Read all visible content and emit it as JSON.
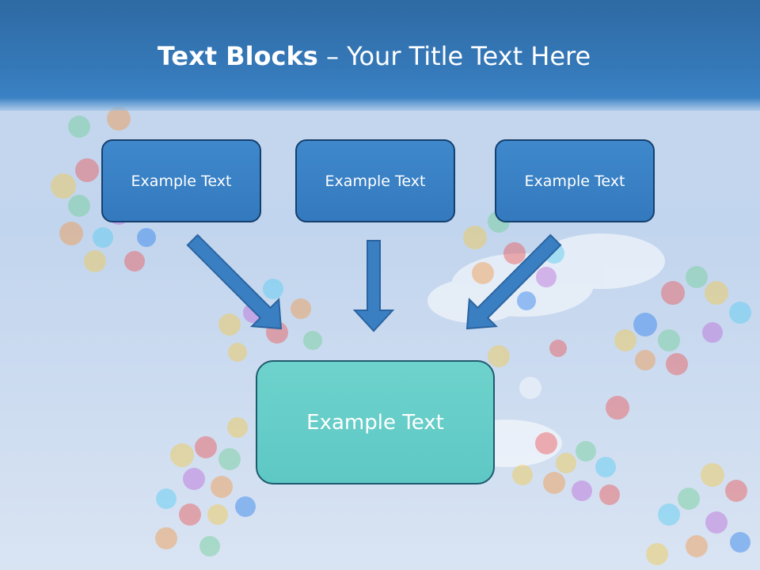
{
  "slide": {
    "title_bold": "Text Blocks",
    "title_rest": " – Your Title Text Here",
    "top_boxes": [
      {
        "label": "Example Text"
      },
      {
        "label": "Example Text"
      },
      {
        "label": "Example Text"
      }
    ],
    "bottom_box": {
      "label": "Example Text"
    }
  },
  "colors": {
    "header": "#3578b8",
    "top_box_fill": "#3a80c4",
    "bottom_box_fill": "#64ccc8",
    "arrow_fill": "#3a7fc2"
  },
  "icons": [
    "balloons-background",
    "arrow-down-right",
    "arrow-down",
    "arrow-down-left"
  ]
}
